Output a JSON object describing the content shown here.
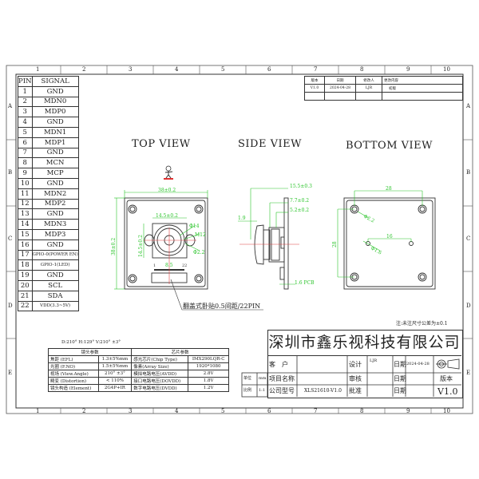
{
  "grid": {
    "columns": [
      "1",
      "2",
      "3",
      "4",
      "5",
      "6",
      "7",
      "8",
      "9",
      "10"
    ],
    "rows": [
      "A",
      "B",
      "C",
      "D",
      "E"
    ]
  },
  "pin_table": {
    "headers": [
      "PIN",
      "SIGNAL"
    ],
    "rows": [
      [
        "1",
        "GND"
      ],
      [
        "2",
        "MDN0"
      ],
      [
        "3",
        "MDP0"
      ],
      [
        "4",
        "GND"
      ],
      [
        "5",
        "MDN1"
      ],
      [
        "6",
        "MDP1"
      ],
      [
        "7",
        "GND"
      ],
      [
        "8",
        "MCN"
      ],
      [
        "9",
        "MCP"
      ],
      [
        "10",
        "GND"
      ],
      [
        "11",
        "MDN2"
      ],
      [
        "12",
        "MDP2"
      ],
      [
        "13",
        "GND"
      ],
      [
        "14",
        "MDN3"
      ],
      [
        "15",
        "MDP3"
      ],
      [
        "16",
        "GND"
      ],
      [
        "17",
        "GPIO-0(POWER EN)"
      ],
      [
        "18",
        "GPIO-1(LED)"
      ],
      [
        "19",
        "GND"
      ],
      [
        "20",
        "SCL"
      ],
      [
        "21",
        "SDA"
      ],
      [
        "22",
        "VDD(3.3~5V)"
      ]
    ]
  },
  "revision_table": {
    "headers": [
      "版本",
      "日期",
      "修改人",
      "更改内容"
    ],
    "rows": [
      [
        "V1.0",
        "2024-04-28",
        "LJR",
        "初版"
      ]
    ]
  },
  "views": {
    "top": "TOP VIEW",
    "side": "SIDE VIEW",
    "bottom": "BOTTOM VIEW"
  },
  "top_dims": {
    "width": "38±0.2",
    "height": "38±0.2",
    "lens_w": "14.5±0.2",
    "lens_h": "14.5±0.2",
    "d1": "Φ14",
    "d2": "M12",
    "d3": "Φ2.2",
    "pin1": "1",
    "pin22": "22",
    "pitch": "8.5"
  },
  "side_dims": {
    "total": "15.5±0.3",
    "mid": "7.7±0.2",
    "holder": "5.2±0.2",
    "lens_off": "1.9",
    "pcb": "1.6 PCB"
  },
  "bottom_dims": {
    "w": "28",
    "h": "28",
    "hole": "Φ2.2",
    "pin_sp": "16",
    "pin_hole": "Φ1.6"
  },
  "connector_note": "翻盖式卧贴0.5间距/22PIN",
  "tolerance_note": "注:未注尺寸公差为±0.1",
  "fov_caption": "D:210° H:129° V:210° ±3°",
  "lens_table": {
    "headers": [
      "镜头参数",
      "芯片参数"
    ],
    "rows": [
      [
        "焦距 (EFL)",
        "1.3±5%mm",
        "感光芯片(Chip Type)",
        "IMX290LQR-C"
      ],
      [
        "光圈 (F.NO)",
        "1.5±5%mm",
        "像素(Array Size)",
        "1920*1080"
      ],
      [
        "视场 (View.Angle)",
        "210° ±3°",
        "模拟电路电压(AVDD)",
        "2.8V"
      ],
      [
        "畸变 (Distortion)",
        "< 110%",
        "接口电路电压(DOVDD)",
        "1.8V"
      ],
      [
        "镜头构造 (Element)",
        "2G4P+IR",
        "数字电路电压(DVDD)",
        "1.2V"
      ]
    ]
  },
  "title_block": {
    "company": "深圳市鑫乐视科技有限公司",
    "customer_label": "客　户",
    "project_label": "项目名称",
    "model_label": "公司型号",
    "model": "XLS21610-V1.0",
    "design_label": "设计",
    "designer": "LJR",
    "review_label": "审核",
    "approve_label": "批准",
    "date_label": "日期",
    "date": "2024-04-28",
    "version_label": "版本",
    "version": "V1.0",
    "unit_label": "单位",
    "unit": "mm",
    "scale_label": "比例",
    "scale": "1:1"
  },
  "colors": {
    "dimension": "#2bc42b",
    "centerline": "#e04040",
    "line": "#333333"
  }
}
